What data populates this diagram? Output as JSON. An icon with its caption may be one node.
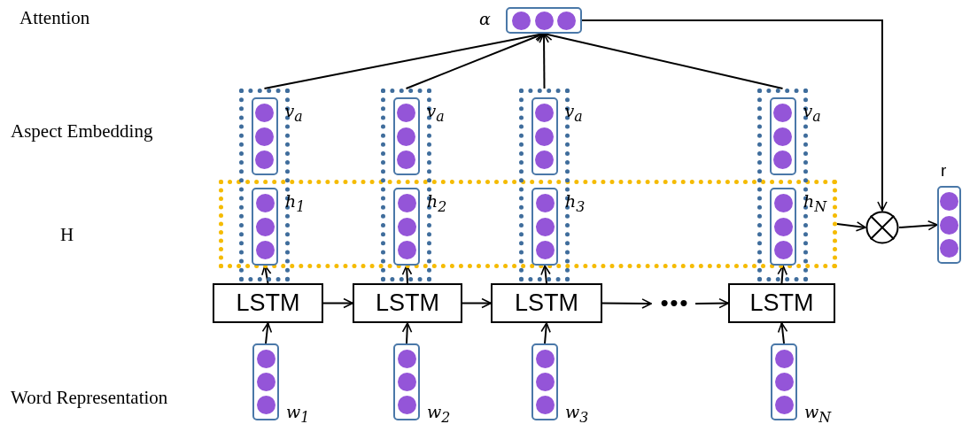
{
  "diagram": {
    "nodes": [
      {
        "text": [],
        "shape": "box",
        "beside": [
          "α"
        ]
      },
      {
        "text": [],
        "shape": "box"
      },
      {
        "text": [],
        "shape": "box",
        "in": 1,
        "beside": [
          "v$_{a}$"
        ]
      },
      {
        "text": [],
        "shape": "box",
        "beside": [
          "h$_{1}$"
        ]
      },
      {
        "text": [],
        "shape": "box"
      },
      {
        "text": [],
        "shape": "box",
        "in": 4,
        "beside": [
          "v$_{a}$"
        ]
      },
      {
        "text": [],
        "shape": "box",
        "beside": [
          "h$_{2}$"
        ]
      },
      {
        "text": [],
        "shape": "box"
      },
      {
        "text": [],
        "shape": "box",
        "in": 7,
        "beside": [
          "v$_{a}$"
        ]
      },
      {
        "text": [],
        "shape": "box",
        "beside": [
          "h$_{3}$"
        ]
      },
      {
        "text": [],
        "shape": "box"
      },
      {
        "text": [],
        "shape": "box",
        "in": 10,
        "beside": [
          "v$_{a}$"
        ]
      },
      {
        "text": [],
        "shape": "box",
        "beside": [
          "h$_{N}$"
        ]
      },
      {
        "text": [],
        "shape": "box"
      },
      {
        "text": [
          "LSTM"
        ]
      },
      {
        "text": [
          "LSTM"
        ]
      },
      {
        "text": [
          "LSTM"
        ]
      },
      {
        "text": [
          "•••"
        ]
      },
      {
        "text": [
          "LSTM"
        ]
      },
      {
        "text": [],
        "shape": "box",
        "beside": [
          "w$_{1}$"
        ]
      },
      {
        "text": [],
        "shape": "box",
        "beside": [
          "w$_{2}$"
        ]
      },
      {
        "text": [],
        "shape": "box",
        "beside": [
          "w$_{3}$"
        ]
      },
      {
        "text": [],
        "shape": "box",
        "beside": [
          "w$_{N}$"
        ]
      },
      {
        "text": [],
        "shape": "circle"
      },
      {
        "text": [
          "r"
        ]
      }
    ],
    "edges": [
      {
        "from": 1,
        "to": 0,
        "arrow": "to"
      },
      {
        "from": 4,
        "to": 0,
        "arrow": "to"
      },
      {
        "from": 7,
        "to": 0,
        "arrow": "to"
      },
      {
        "from": 10,
        "to": 0,
        "arrow": "to"
      },
      {
        "from": 0,
        "to": 23,
        "arrow": "to"
      },
      {
        "from": 13,
        "to": 23,
        "arrow": "to"
      },
      {
        "from": 23,
        "to": 24,
        "arrow": "to"
      },
      {
        "from": 14,
        "to": 15,
        "arrow": "to"
      },
      {
        "from": 15,
        "to": 16,
        "arrow": "to"
      },
      {
        "from": 16,
        "to": 17,
        "arrow": "to"
      },
      {
        "from": 17,
        "to": 18,
        "arrow": "to"
      },
      {
        "from": 14,
        "to": 3,
        "arrow": "to"
      },
      {
        "from": 15,
        "to": 6,
        "arrow": "to"
      },
      {
        "from": 16,
        "to": 9,
        "arrow": "to"
      },
      {
        "from": 18,
        "to": 12,
        "arrow": "to"
      },
      {
        "from": 19,
        "to": 14,
        "arrow": "to"
      },
      {
        "from": 20,
        "to": 15,
        "arrow": "to"
      },
      {
        "from": 21,
        "to": 16,
        "arrow": "to"
      },
      {
        "from": 22,
        "to": 18,
        "arrow": "to"
      }
    ],
    "labels": [
      "Attention",
      "Aspect Embedding",
      "H",
      "Word Representation"
    ]
  }
}
